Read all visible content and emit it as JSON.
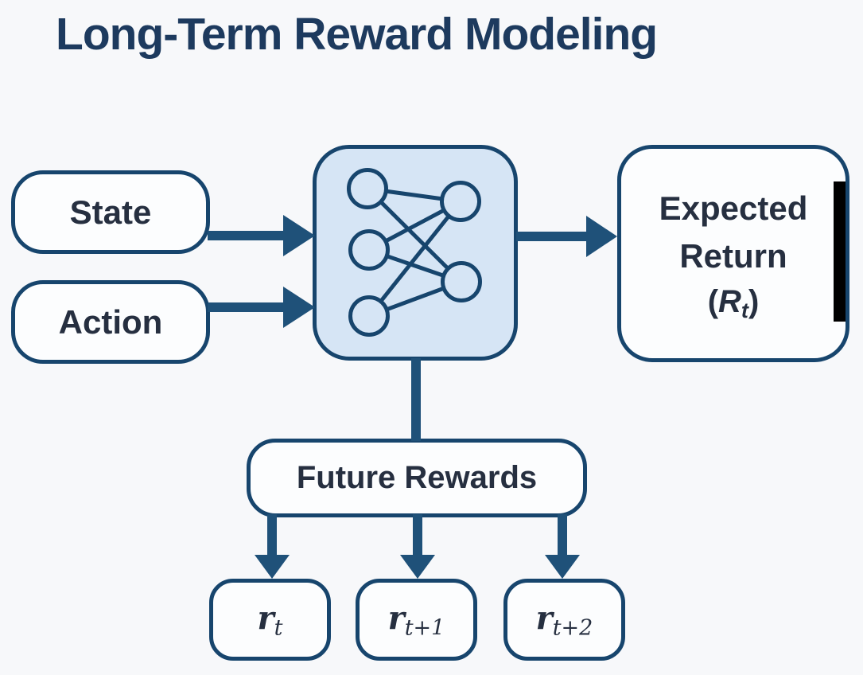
{
  "title": "Long-Term Reward Modeling",
  "colors": {
    "background": "#f7f8fa",
    "box_fill": "#fcfdfe",
    "box_border": "#17456d",
    "network_fill": "#d6e5f5",
    "arrow": "#1f5179",
    "title_text": "#1d3a5e",
    "label_text": "#262f40",
    "cursor_bar": "#000000"
  },
  "boxes": {
    "state": {
      "label": "State"
    },
    "action": {
      "label": "Action"
    },
    "network": {
      "input_nodes": 3,
      "output_nodes": 2
    },
    "expected_return": {
      "line1": "Expected",
      "line2": "Return",
      "paren_open": "(",
      "symbol": "R",
      "subscript": "t",
      "paren_close": ")"
    },
    "future_rewards": {
      "label": "Future Rewards"
    },
    "reward_1": {
      "symbol": "r",
      "subscript": "t"
    },
    "reward_2": {
      "symbol": "r",
      "subscript": "t+1"
    },
    "reward_3": {
      "symbol": "r",
      "subscript": "t+2"
    }
  }
}
